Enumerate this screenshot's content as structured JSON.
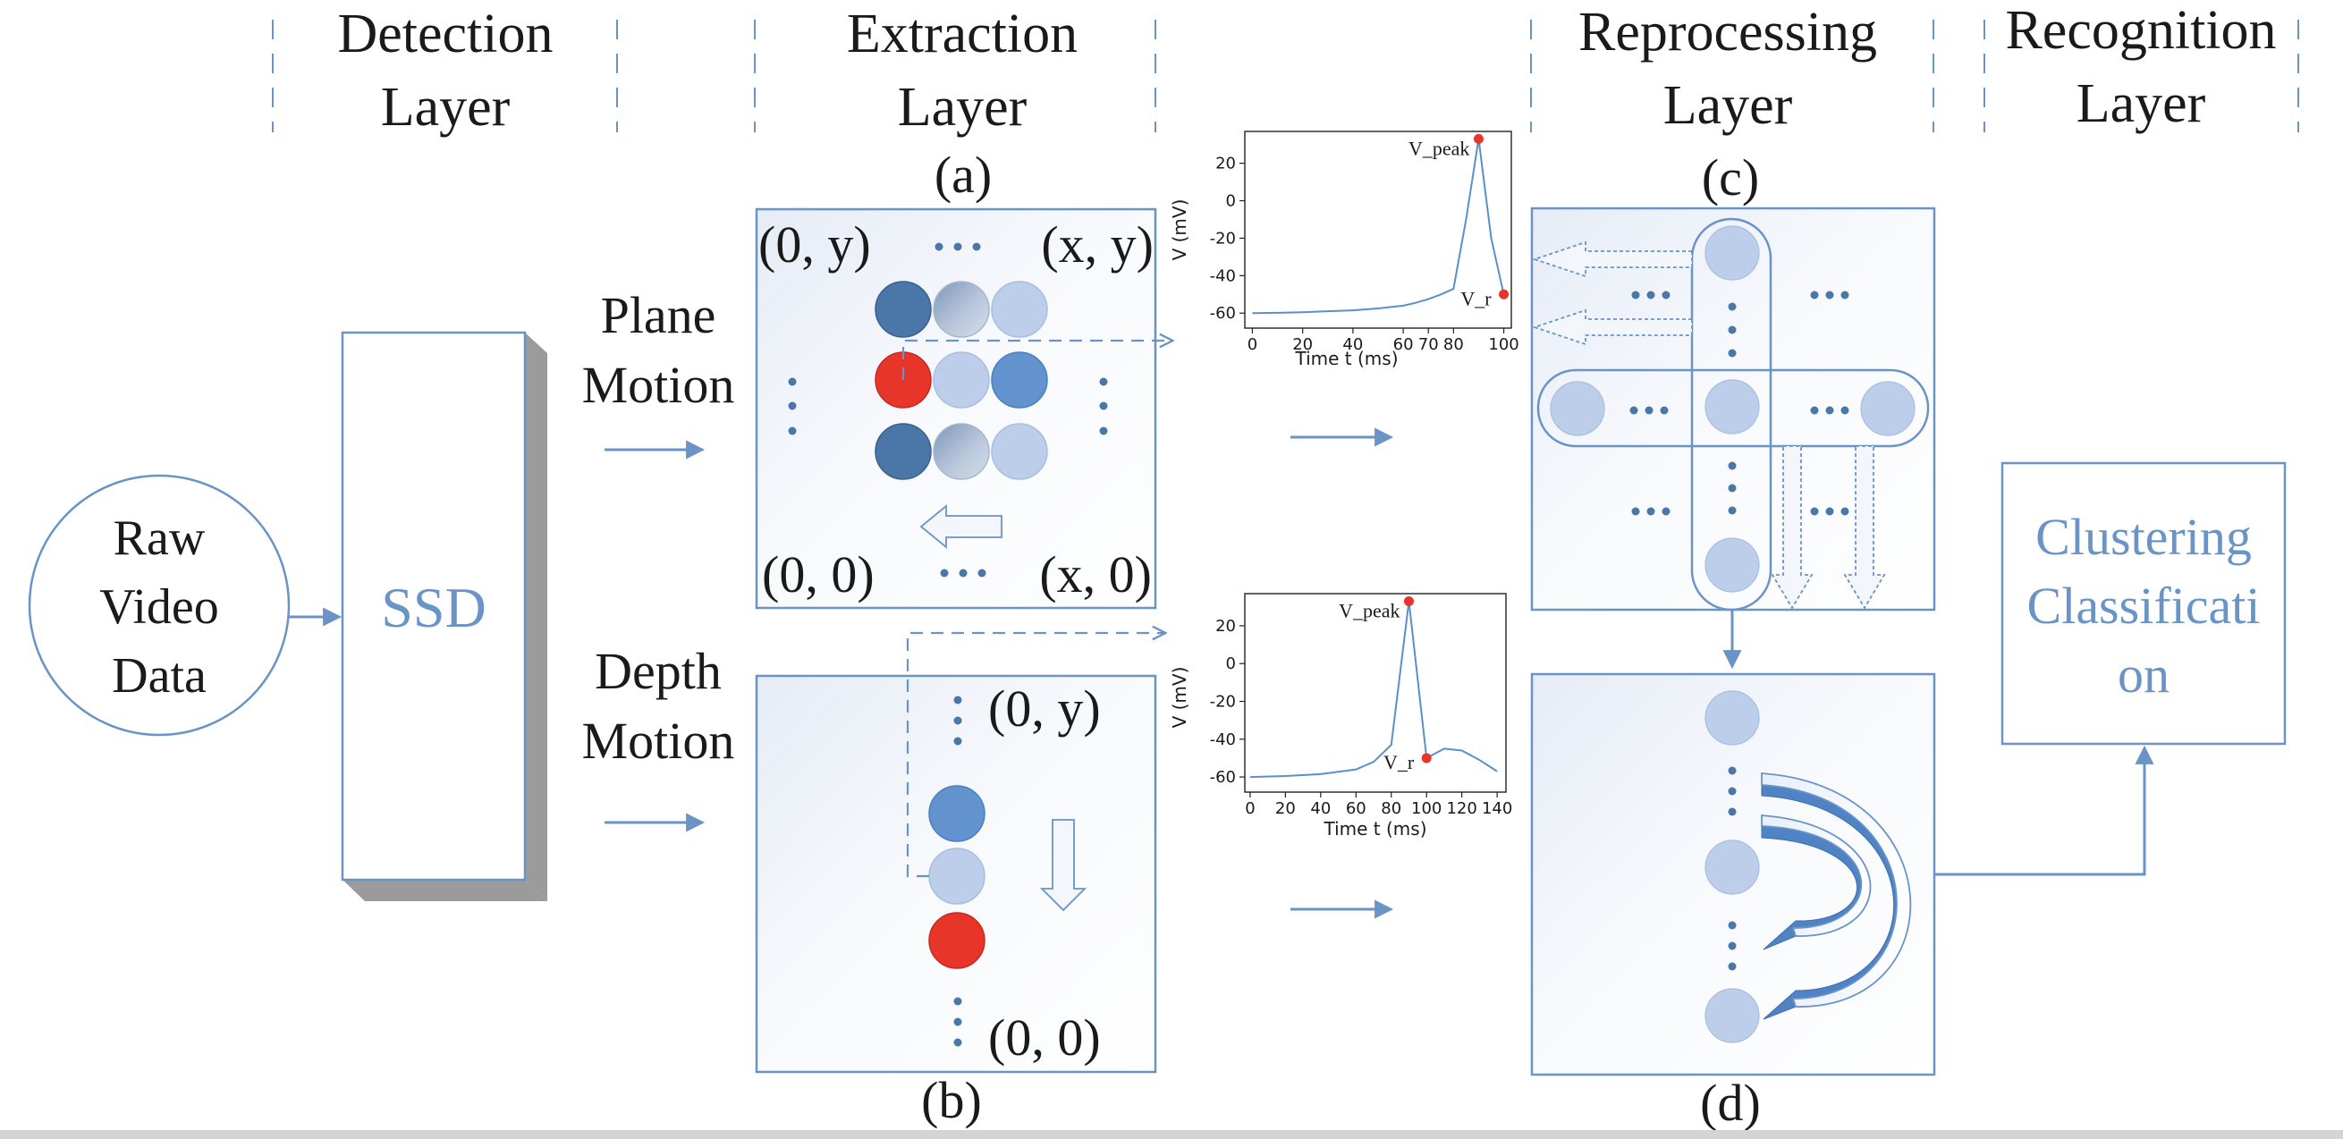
{
  "layers": {
    "detection": [
      "Detection",
      "Layer"
    ],
    "extraction": [
      "Extraction",
      "Layer"
    ],
    "reprocessing": [
      "Reprocessing",
      "Layer"
    ],
    "recognition": [
      "Recognition",
      "Layer"
    ]
  },
  "input": {
    "lines": [
      "Raw",
      "Video",
      "Data"
    ]
  },
  "detector": {
    "label": "SSD"
  },
  "motions": {
    "plane": [
      "Plane",
      "Motion"
    ],
    "depth": [
      "Depth",
      "Motion"
    ]
  },
  "panel_labels": {
    "a": "(a)",
    "b": "(b)",
    "c": "(c)",
    "d": "(d)"
  },
  "grid_coords": {
    "top_left": "(0, y)",
    "top_right": "(x, y)",
    "bottom_left": "(0, 0)",
    "bottom_right": "(x, 0)",
    "depth_top": "(0, y)",
    "depth_bottom": "(0, 0)"
  },
  "ellipsis": "•••",
  "output": {
    "lines": [
      "Clustering",
      "Classificati",
      "on"
    ]
  },
  "colors": {
    "line": "#6a93c6",
    "dark_blue": "#4a77a8",
    "mid_blue": "#6393cf",
    "light_blue": "#bccee9",
    "red": "#e8352a",
    "gray_text": "#333333",
    "accent_text": "#6a93c6"
  },
  "chart_data": [
    {
      "type": "line",
      "title": "",
      "xlabel": "Time t (ms)",
      "ylabel": "V (mV)",
      "xlim": [
        -3,
        103
      ],
      "ylim": [
        -68,
        37
      ],
      "xticks": [
        0,
        20,
        40,
        60,
        70,
        80,
        100
      ],
      "xtick_labels": [
        "0",
        "20",
        "40",
        "60",
        "70",
        "80",
        "100"
      ],
      "yticks": [
        -60,
        -40,
        -20,
        0,
        20
      ],
      "x": [
        0,
        10,
        20,
        30,
        40,
        50,
        60,
        65,
        70,
        75,
        80,
        85,
        90,
        95,
        100
      ],
      "y": [
        -60,
        -59.8,
        -59.5,
        -59,
        -58.5,
        -57.5,
        -56,
        -54.5,
        -52.5,
        -50,
        -47,
        -10,
        33,
        -20,
        -50
      ],
      "annotations": [
        {
          "label": "V_peak",
          "x": 90,
          "y": 33
        },
        {
          "label": "V_r",
          "x": 100,
          "y": -50
        }
      ]
    },
    {
      "type": "line",
      "title": "",
      "xlabel": "Time t (ms)",
      "ylabel": "V (mV)",
      "xlim": [
        -3,
        145
      ],
      "ylim": [
        -68,
        37
      ],
      "xticks": [
        0,
        20,
        40,
        60,
        80,
        100,
        120,
        140
      ],
      "xtick_labels": [
        "0",
        "20",
        "40",
        "60",
        "80",
        "100",
        "120",
        "140"
      ],
      "yticks": [
        -60,
        -40,
        -20,
        0,
        20
      ],
      "x": [
        0,
        20,
        40,
        60,
        70,
        80,
        90,
        100,
        110,
        120,
        130,
        140
      ],
      "y": [
        -60,
        -59.5,
        -58.5,
        -56,
        -52,
        -43,
        33,
        -50,
        -45,
        -46,
        -51,
        -57
      ],
      "annotations": [
        {
          "label": "V_peak",
          "x": 90,
          "y": 33
        },
        {
          "label": "V_r",
          "x": 100,
          "y": -50
        }
      ]
    }
  ]
}
